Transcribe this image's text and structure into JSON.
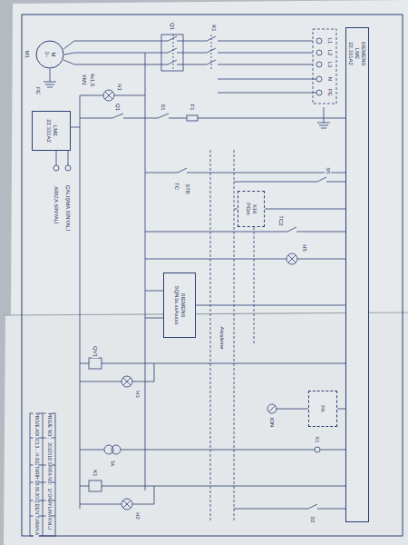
{
  "diagram": {
    "nodes": [
      {
        "text": [
          "SIEMENS",
          "LME",
          "22.331A2"
        ]
      },
      {
        "text": [
          "M",
          "3~"
        ]
      },
      {
        "text": [
          "LME",
          "22.331A2"
        ]
      },
      {
        "text": [
          "X16",
          "PGm"
        ]
      },
      {
        "text": [
          "SIEMENS",
          "SQN3x.xxAxxxx"
        ]
      },
      {
        "text": [
          "PA"
        ]
      }
    ],
    "edges": [
      {
        "from": 3,
        "to": 0,
        "arrow": "none"
      },
      {
        "from": 4,
        "to": 0,
        "arrow": "none"
      },
      {
        "from": 5,
        "to": 0,
        "arrow": "none"
      }
    ],
    "labels": [
      "M1",
      "XM1",
      "4x1,5",
      "PE",
      "Q1",
      "K1",
      "L1",
      "L2",
      "L3",
      "N",
      "PE",
      "H1",
      "Q1",
      "S1",
      "F1",
      "TC",
      "STB",
      "ARIZA SİNYALİ",
      "ÇALIŞMA SİNYALİ",
      "S5",
      "TC2",
      "H5",
      "QV1",
      "H3",
      "Ateşleme",
      "TA",
      "ION",
      "X1",
      "K1",
      "H2",
      "S2",
      "PROJE ADI:",
      "SCL3...-II-3G2",
      "TARİH:",
      "18.06.2014",
      "ÇİZEN:",
      "TURAN A.",
      "PROJE NO:",
      "2012018",
      "SAYFA NO:",
      "1/1",
      "ONAYLAYAN:",
      "M.U."
    ]
  }
}
